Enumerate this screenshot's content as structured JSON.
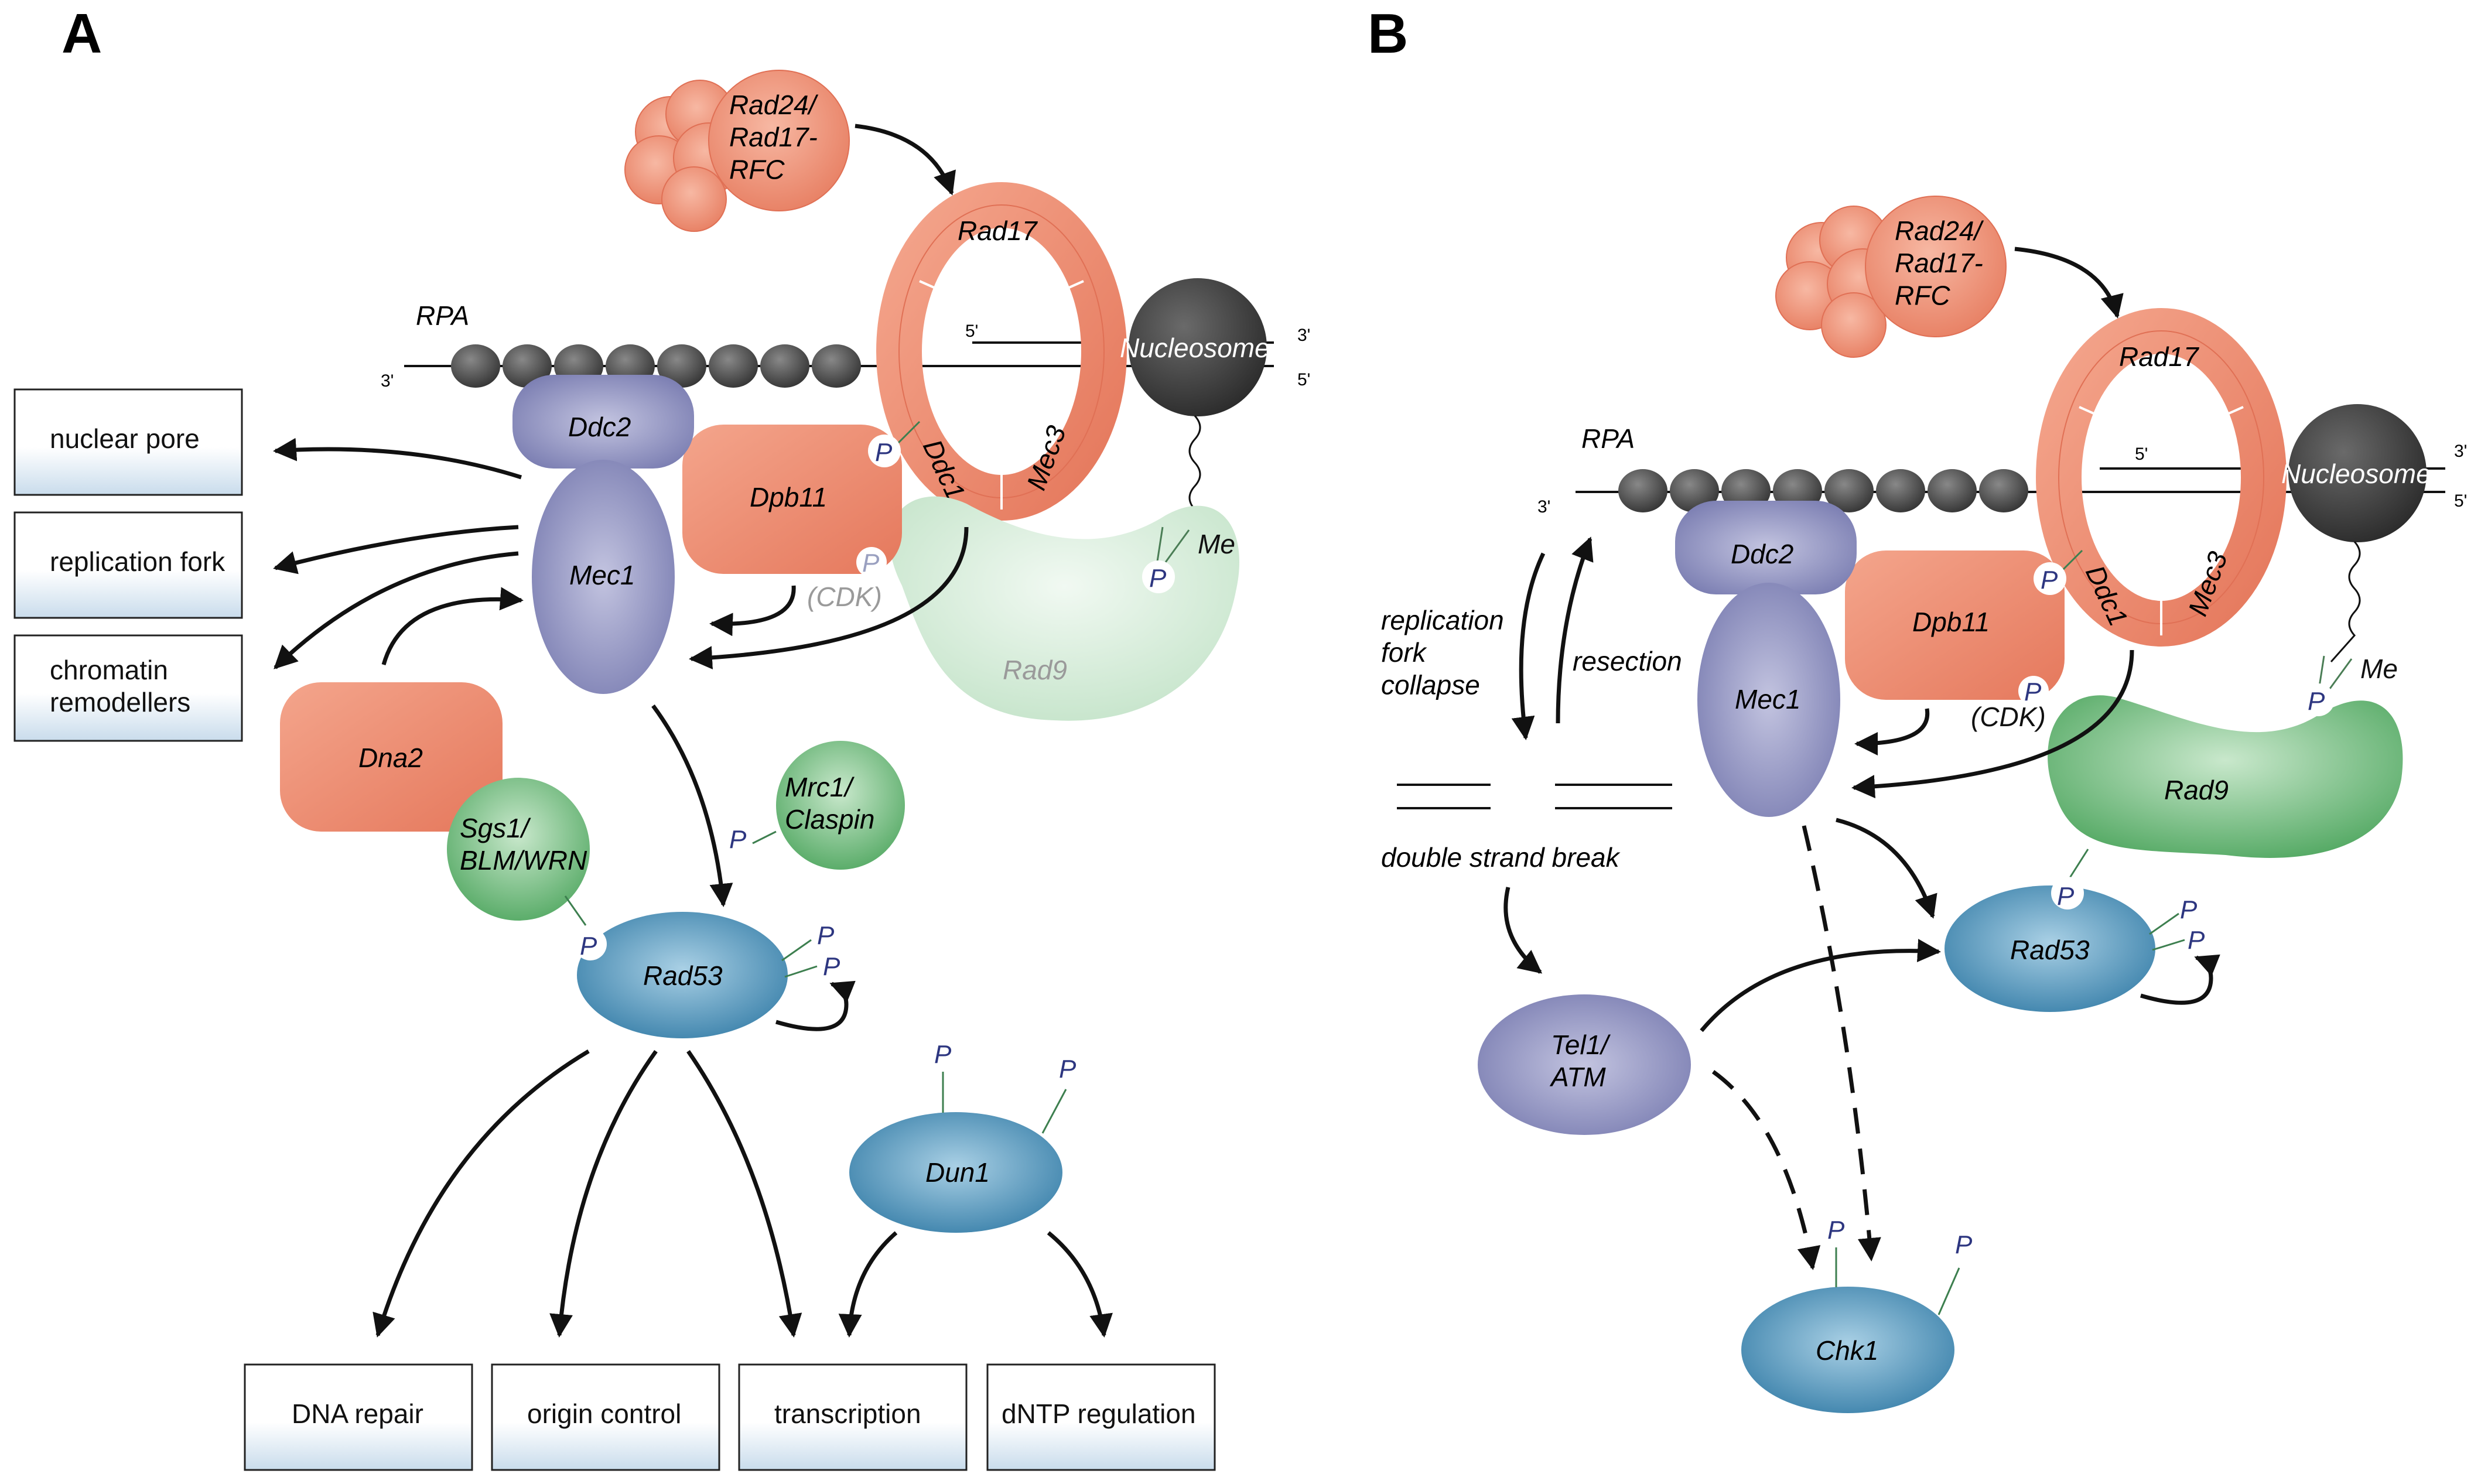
{
  "panels": {
    "a": "A",
    "b": "B"
  },
  "colors": {
    "salmon": "#ec8a70",
    "salmon_light": "#f4ae98",
    "purple": "#8f91bd",
    "blue": "#4a8fb5",
    "green": "#6cbb78",
    "green_faded": "#c8e6cc",
    "nucleosome": "#404040",
    "rpa": "#4d4d4d",
    "phospho": "#2d3680"
  },
  "icons": [
    "phosphate-p-icon",
    "methyl-me-icon",
    "rpa-bead-icon"
  ],
  "panelA": {
    "clamp_loader": "Rad24/\nRad17-\nRFC",
    "rpa_label": "RPA",
    "nucleosome": "Nucleosome",
    "ring": {
      "top": "Rad17",
      "left": "Ddc1",
      "right": "Mec3"
    },
    "end_3_left": "3'",
    "end_3_right": "3'",
    "end_5_right": "5'",
    "end_5_inner": "5'",
    "proteins": {
      "ddc2": "Ddc2",
      "mec1": "Mec1",
      "dpb11": "Dpb11",
      "rad9": "Rad9",
      "dna2": "Dna2",
      "sgs1": "Sgs1/\nBLM/WRN",
      "mrc1": "Mrc1/\nClaspin",
      "rad53": "Rad53",
      "dun1": "Dun1"
    },
    "p_label": "P",
    "me_label": "Me",
    "cdk_label": "(CDK)",
    "side_targets": [
      "nuclear pore",
      "replication fork",
      "chromatin\nremodellers"
    ],
    "outputs": [
      "DNA repair",
      "origin control",
      "transcription",
      "dNTP regulation"
    ]
  },
  "panelB": {
    "clamp_loader": "Rad24/\nRad17-\nRFC",
    "rpa_label": "RPA",
    "nucleosome": "Nucleosome",
    "ring": {
      "top": "Rad17",
      "left": "Ddc1",
      "right": "Mec3"
    },
    "end_3_left": "3'",
    "end_3_right": "3'",
    "end_5_right": "5'",
    "end_5_inner": "5'",
    "proteins": {
      "ddc2": "Ddc2",
      "mec1": "Mec1",
      "dpb11": "Dpb11",
      "rad9": "Rad9",
      "rad53": "Rad53",
      "tel1": "Tel1/\nATM",
      "chk1": "Chk1"
    },
    "p_label": "P",
    "me_label": "Me",
    "cdk_label": "(CDK)",
    "collapse_label": "replication\nfork\ncollapse",
    "resection_label": "resection",
    "dsb_label": "double strand break"
  }
}
